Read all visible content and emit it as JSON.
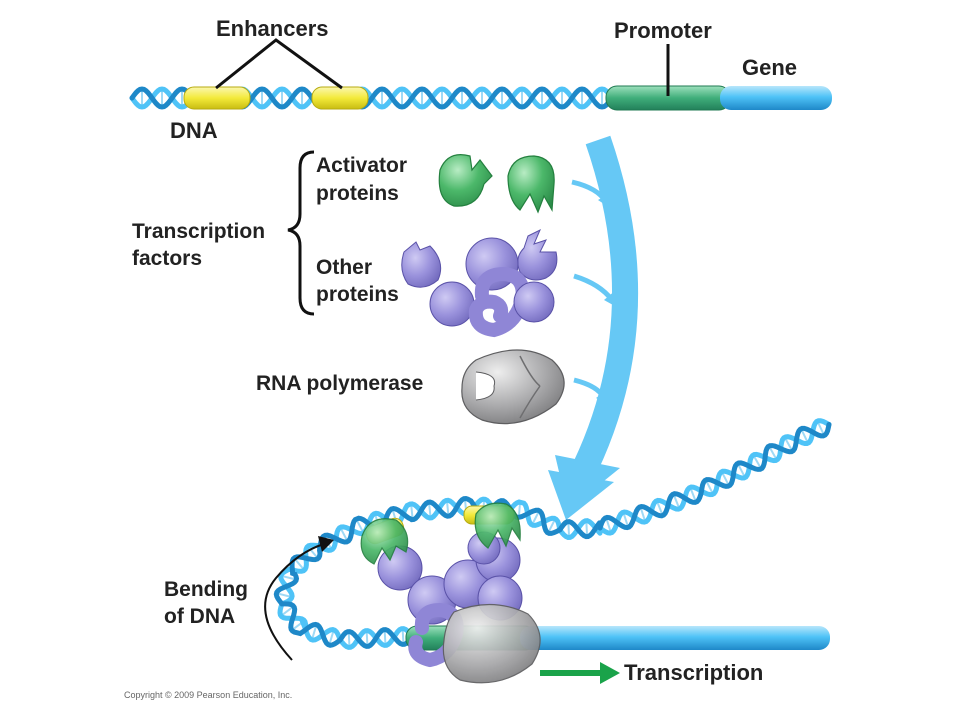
{
  "labels": {
    "enhancers": "Enhancers",
    "promoter": "Promoter",
    "gene": "Gene",
    "dna": "DNA",
    "activator_line1": "Activator",
    "activator_line2": "proteins",
    "transcription_factors_line1": "Transcription",
    "transcription_factors_line2": "factors",
    "other_line1": "Other",
    "other_line2": "proteins",
    "rna_polymerase": "RNA polymerase",
    "bending_line1": "Bending",
    "bending_line2": "of DNA",
    "transcription": "Transcription"
  },
  "copyright": "Copyright © 2009 Pearson Education, Inc.",
  "colors": {
    "dna_blue": "#4fc3f7",
    "dna_dark": "#1e88c8",
    "enhancer_yellow": "#f3ea3a",
    "promoter_green": "#3fae7a",
    "activator_green": "#4cb86a",
    "other_purple": "#8f86d6",
    "polymerase_gray": "#a9a9ab",
    "flow_arrow": "#66c8f5",
    "transcription_arrow": "#1aa34a"
  }
}
